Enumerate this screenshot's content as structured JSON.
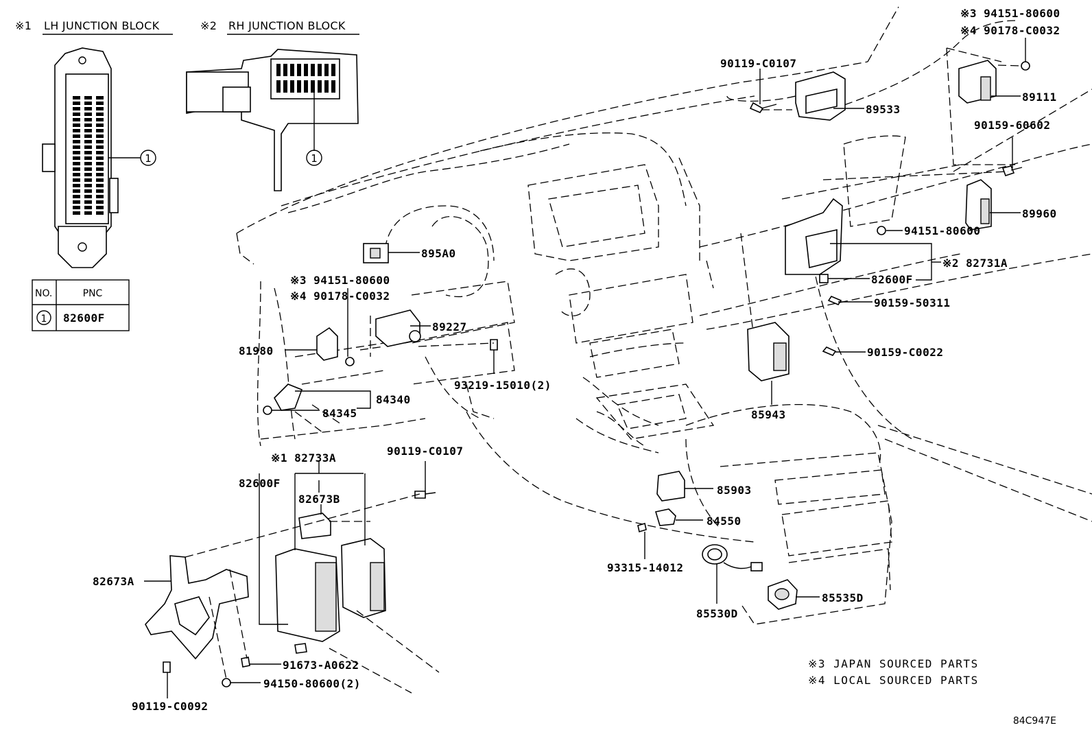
{
  "insets": {
    "lh": {
      "mark": "※1",
      "title": "LH JUNCTION BLOCK",
      "callout": "1"
    },
    "rh": {
      "mark": "※2",
      "title": "RH JUNCTION BLOCK",
      "callout": "1"
    }
  },
  "pnc_table": {
    "headers": [
      "NO.",
      "PNC"
    ],
    "rows": [
      {
        "no": "1",
        "pnc": "82600F"
      }
    ]
  },
  "parts": {
    "p94151_80600_top": "※3 94151-80600",
    "p90178_C0032_top": "※4 90178-C0032",
    "p90119_C0107_top": "90119-C0107",
    "p89533": "89533",
    "p89111": "89111",
    "p90159_60602": "90159-60602",
    "p89960": "89960",
    "p94151_80600_mid": "94151-80600",
    "p82731A": "※2 82731A",
    "p82600F_right": "82600F",
    "p90159_50311": "90159-50311",
    "p90159_C0022": "90159-C0022",
    "p895A0": "895A0",
    "p94151_80600_left": "※3 94151-80600",
    "p90178_C0032_left": "※4 90178-C0032",
    "p89227": "89227",
    "p81980": "81980",
    "p93219_15010": "93219-15010(2)",
    "p84340": "84340",
    "p84345": "84345",
    "p85943": "85943",
    "p90119_C0107_low": "90119-C0107",
    "p82733A": "※1 82733A",
    "p82600F_left": "82600F",
    "p82673B": "82673B",
    "p85903": "85903",
    "p84550": "84550",
    "p93315_14012": "93315-14012",
    "p82673A": "82673A",
    "p85535D": "85535D",
    "p85530D": "85530D",
    "p91673_A0622": "91673-A0622",
    "p94150_80600": "94150-80600(2)",
    "p90119_C0092": "90119-C0092"
  },
  "notes": {
    "n3": "※3 JAPAN SOURCED PARTS",
    "n4": "※4 LOCAL SOURCED PARTS"
  },
  "figure_code": "84C947E"
}
